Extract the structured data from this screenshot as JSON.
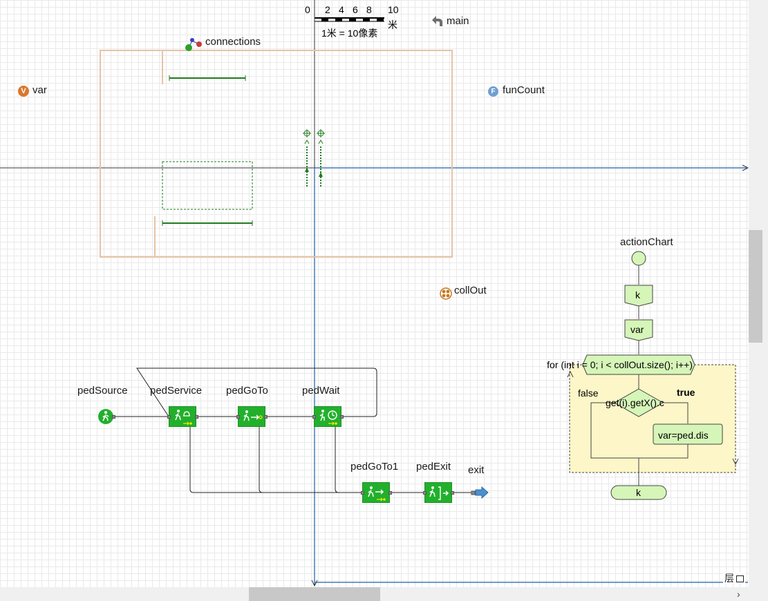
{
  "scale": {
    "ticks": [
      "0",
      "2",
      "4",
      "6",
      "8",
      "10"
    ],
    "unit": "米",
    "ratio_text": "1米 = 10像素"
  },
  "labels": {
    "main": "main",
    "connections": "connections",
    "var": "var",
    "funCount": "funCount",
    "collOut": "collOut",
    "actionChart": "actionChart"
  },
  "icons": {
    "main": "main-agent-icon",
    "connections": "connections-icon",
    "var": "variable-icon",
    "funCount": "function-icon",
    "collOut": "collection-icon"
  },
  "blocks": {
    "pedSource": "pedSource",
    "pedService": "pedService",
    "pedGoTo": "pedGoTo",
    "pedWait": "pedWait",
    "pedGoTo1": "pedGoTo1",
    "pedExit": "pedExit",
    "exit": "exit"
  },
  "action_chart": {
    "local_var_1": "k",
    "local_var_2": "var",
    "loop": "for (int i = 0; i < collOut.size(); i++)",
    "condition": "get(i).getX().c",
    "false_label": "false",
    "true_label": "true",
    "assignment": "var=ped.dis",
    "return": "k"
  },
  "status": {
    "layers_label": "层"
  },
  "colors": {
    "block_green": "#22b02c",
    "axis_blue": "#1a5fa8",
    "wall_tan": "#e6c4a5",
    "ac_yellow": "#fcf6c8",
    "ac_green": "#d6f5b8"
  }
}
